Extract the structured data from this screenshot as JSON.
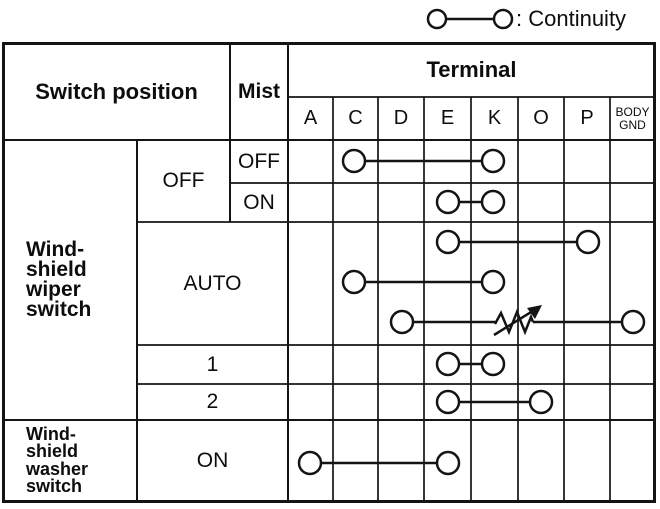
{
  "legend": {
    "symbol": "continuity-symbol",
    "label": ": Continuity"
  },
  "table": {
    "headers": {
      "switch_position": "Switch position",
      "mist": "Mist",
      "terminal": "Terminal",
      "terminal_columns": [
        "A",
        "C",
        "D",
        "E",
        "K",
        "O",
        "P",
        "BODY GND"
      ]
    },
    "groups": {
      "wiper": "Wind-\nshield\nwiper\nswitch",
      "washer": "Wind-\nshield\nwasher\nswitch"
    },
    "positions": {
      "off": "OFF",
      "mist_off": "OFF",
      "mist_on": "ON",
      "auto": "AUTO",
      "speed1": "1",
      "speed2": "2",
      "washer_on": "ON"
    },
    "continuity": [
      {
        "row": "wiper-off-mist-off",
        "from": "C",
        "to": "K"
      },
      {
        "row": "wiper-off-mist-on",
        "from": "E",
        "to": "K"
      },
      {
        "row": "wiper-auto-1",
        "from": "E",
        "to": "P"
      },
      {
        "row": "wiper-auto-2",
        "from": "C",
        "to": "K"
      },
      {
        "row": "wiper-auto-3",
        "from": "D",
        "to": "BODY GND",
        "through": "variable-resistor"
      },
      {
        "row": "wiper-1",
        "from": "E",
        "to": "K"
      },
      {
        "row": "wiper-2",
        "from": "E",
        "to": "O"
      },
      {
        "row": "washer-on",
        "from": "A",
        "to": "E"
      }
    ]
  },
  "colors": {
    "ink": "#141414",
    "paper": "#ffffff"
  }
}
